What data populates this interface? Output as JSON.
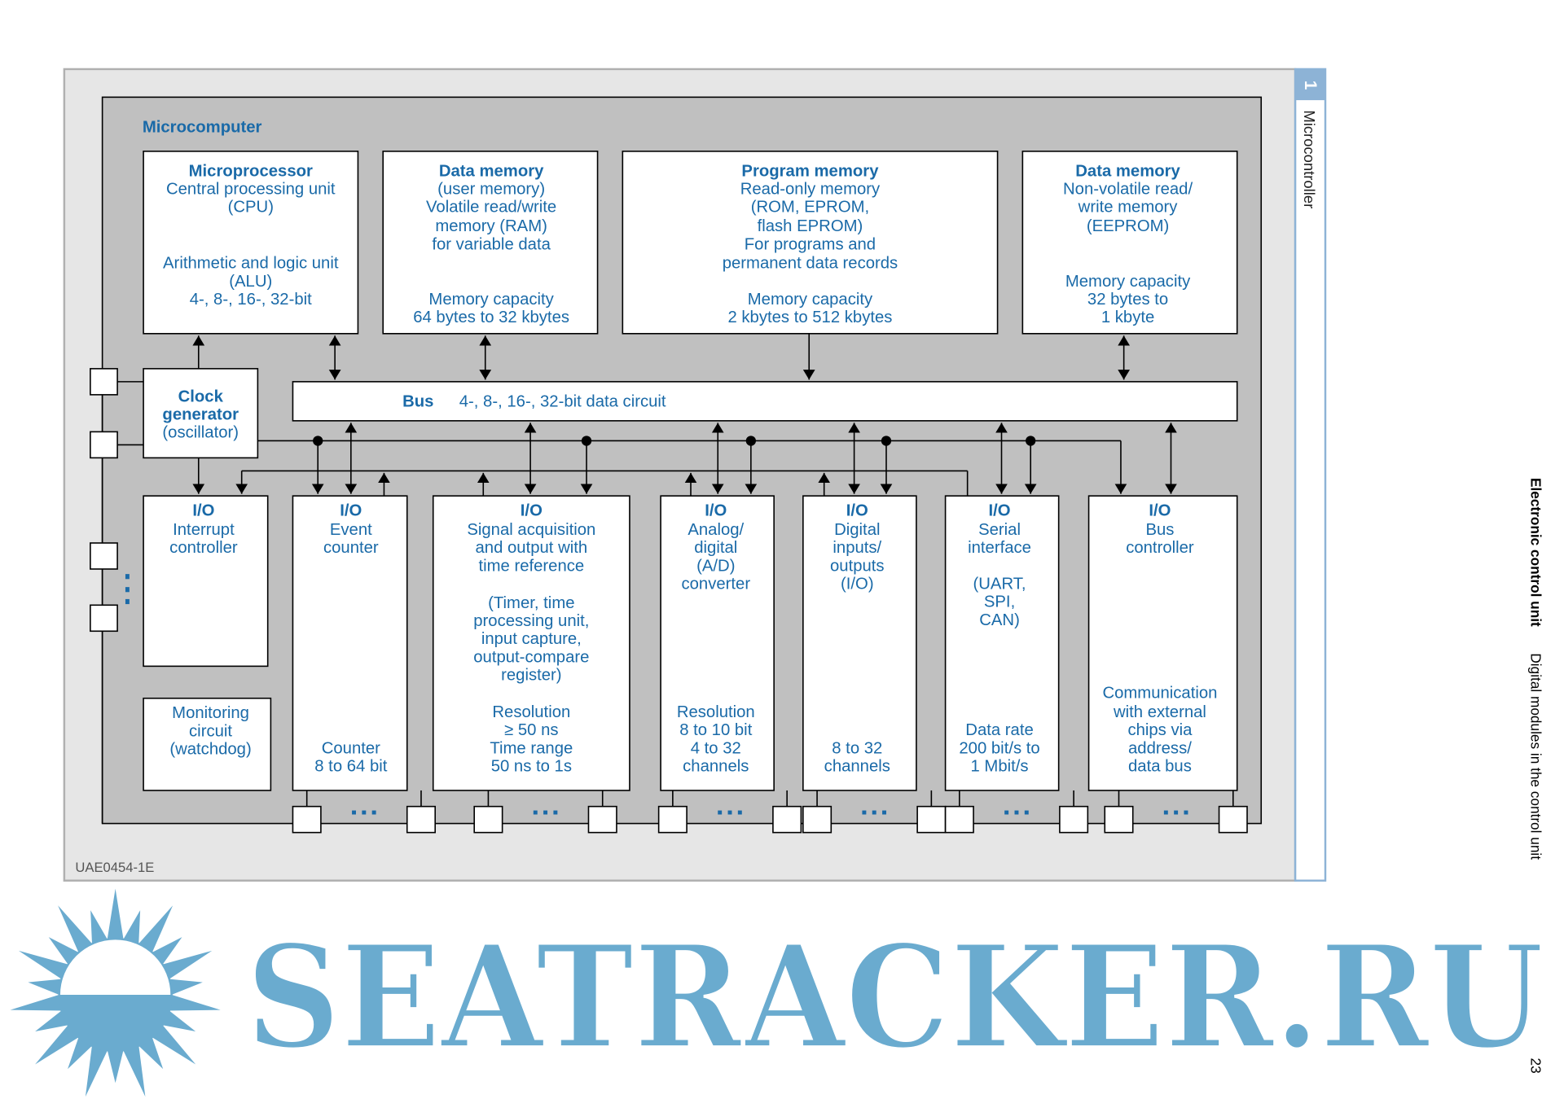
{
  "figure_code": "UAE0454-1E",
  "side_tab": {
    "number": "1",
    "label": "Microcontroller"
  },
  "running_header": {
    "section": "Electronic control unit",
    "subsection": "Digital modules in the control unit"
  },
  "page_number": "23",
  "watermark": "SEATRACKER.RU",
  "diagram": {
    "title": "Microcomputer",
    "bus": {
      "label": "Bus",
      "text": "4-, 8-, 16-, 32-bit data circuit"
    },
    "blocks": {
      "cpu": [
        "Microprocessor",
        "Central processing unit",
        "(CPU)",
        "Arithmetic and logic unit",
        "(ALU)",
        "4-, 8-, 16-, 32-bit"
      ],
      "ram": [
        "Data memory",
        "(user memory)",
        "Volatile read/write",
        "memory (RAM)",
        "for variable data",
        "Memory capacity",
        "64 bytes to 32 kbytes"
      ],
      "rom": [
        "Program memory",
        "Read-only memory",
        "(ROM, EPROM,",
        "flash EPROM)",
        "For programs and",
        "permanent data records",
        "Memory capacity",
        "2 kbytes to 512 kbytes"
      ],
      "eeprom": [
        "Data memory",
        "Non-volatile read/",
        "write memory",
        "(EEPROM)",
        "Memory capacity",
        "32 bytes to",
        "1 kbyte"
      ],
      "clock": [
        "Clock",
        "generator",
        "(oscillator)"
      ],
      "interrupt": [
        "I/O",
        "Interrupt",
        "controller"
      ],
      "watchdog": [
        "Monitoring",
        "circuit",
        "(watchdog)"
      ],
      "event": [
        "I/O",
        "Event",
        "counter",
        "Counter",
        "8 to 64 bit"
      ],
      "signal": [
        "I/O",
        "Signal acquisition",
        "and output with",
        "time reference",
        "(Timer, time",
        "processing unit,",
        "input capture,",
        "output-compare",
        "register)",
        "Resolution",
        "≥ 50 ns",
        "Time range",
        "50 ns to 1s"
      ],
      "adc": [
        "I/O",
        "Analog/",
        "digital",
        "(A/D)",
        "converter",
        "Resolution",
        "8 to 10 bit",
        "4 to 32",
        "channels"
      ],
      "digital": [
        "I/O",
        "Digital",
        "inputs/",
        "outputs",
        "(I/O)",
        "8 to 32",
        "channels"
      ],
      "serial": [
        "I/O",
        "Serial",
        "interface",
        "(UART,",
        "SPI,",
        "CAN)",
        "Data rate",
        "200 bit/s to",
        "1 Mbit/s"
      ],
      "buscontroller": [
        "I/O",
        "Bus",
        "controller",
        "Communication",
        "with external",
        "chips via",
        "address/",
        "data bus"
      ]
    }
  },
  "colors": {
    "text_blue": "#1a6aa8",
    "panel_outer": "#e6e6e6",
    "panel_inner": "#c0c0c0",
    "tab_blue": "#8db3d6",
    "watermark": "#6aabcf"
  }
}
